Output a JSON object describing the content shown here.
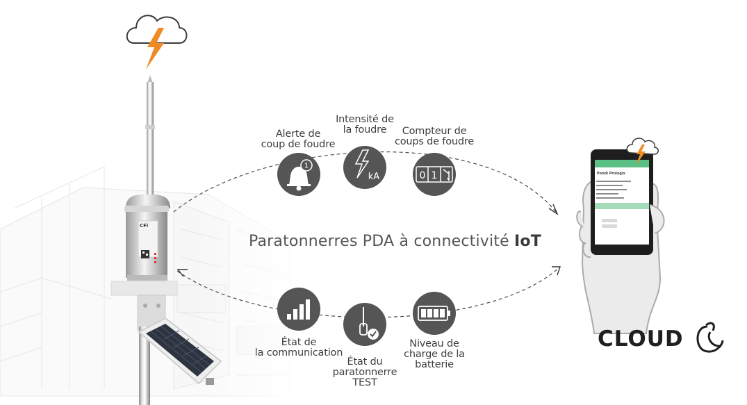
{
  "headline": {
    "prefix": "Paratonnerres PDA à connectivité ",
    "bold": "IoT"
  },
  "features": [
    {
      "lines": [
        "Alerte de",
        "coup de foudre"
      ],
      "icon": "bell-alert-icon",
      "badge": "1"
    },
    {
      "lines": [
        "Intensité de",
        "la foudre"
      ],
      "icon": "lightning-intensity-icon",
      "unit": "kA"
    },
    {
      "lines": [
        "Compteur de",
        "coups de foudre"
      ],
      "icon": "strike-counter-icon",
      "digits": "01"
    },
    {
      "lines": [
        "État de",
        "la communication"
      ],
      "icon": "signal-bars-icon"
    },
    {
      "lines": [
        "État du",
        "paratonnerre",
        "TEST"
      ],
      "icon": "rod-check-icon"
    },
    {
      "lines": [
        "Niveau de",
        "charge de la",
        "batterie"
      ],
      "icon": "battery-level-icon"
    }
  ],
  "device": {
    "brand": "CFi"
  },
  "phone_app": {
    "title": "Pondi Prologix"
  },
  "cloud_logo": {
    "text": "CLOUD"
  },
  "colors": {
    "icon_circle": "#555555",
    "lightning": "#f08a24",
    "app_green": "#5cbf83",
    "text": "#3e3e3e"
  }
}
